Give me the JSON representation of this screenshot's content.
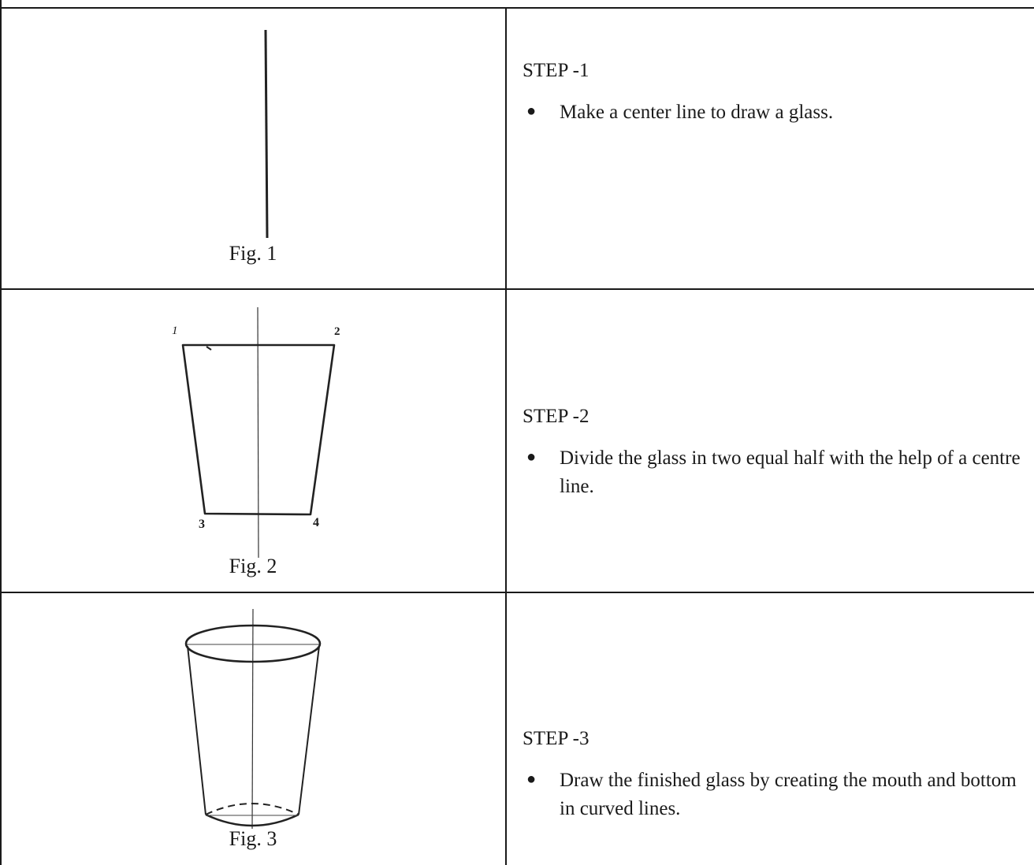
{
  "rows": [
    {
      "figure_caption": "Fig. 1",
      "step_title": "STEP -1",
      "instruction": "Make a center line to draw a glass."
    },
    {
      "figure_caption": "Fig. 2",
      "corner_labels": [
        "1",
        "2",
        "3",
        "4"
      ],
      "step_title": "STEP -2",
      "instruction": "Divide the glass in two equal half with the help of a centre line."
    },
    {
      "figure_caption": "Fig. 3",
      "step_title": "STEP -3",
      "instruction": "Draw the finished glass by creating the mouth and bottom in curved lines."
    }
  ],
  "bullet_symbol": "●"
}
